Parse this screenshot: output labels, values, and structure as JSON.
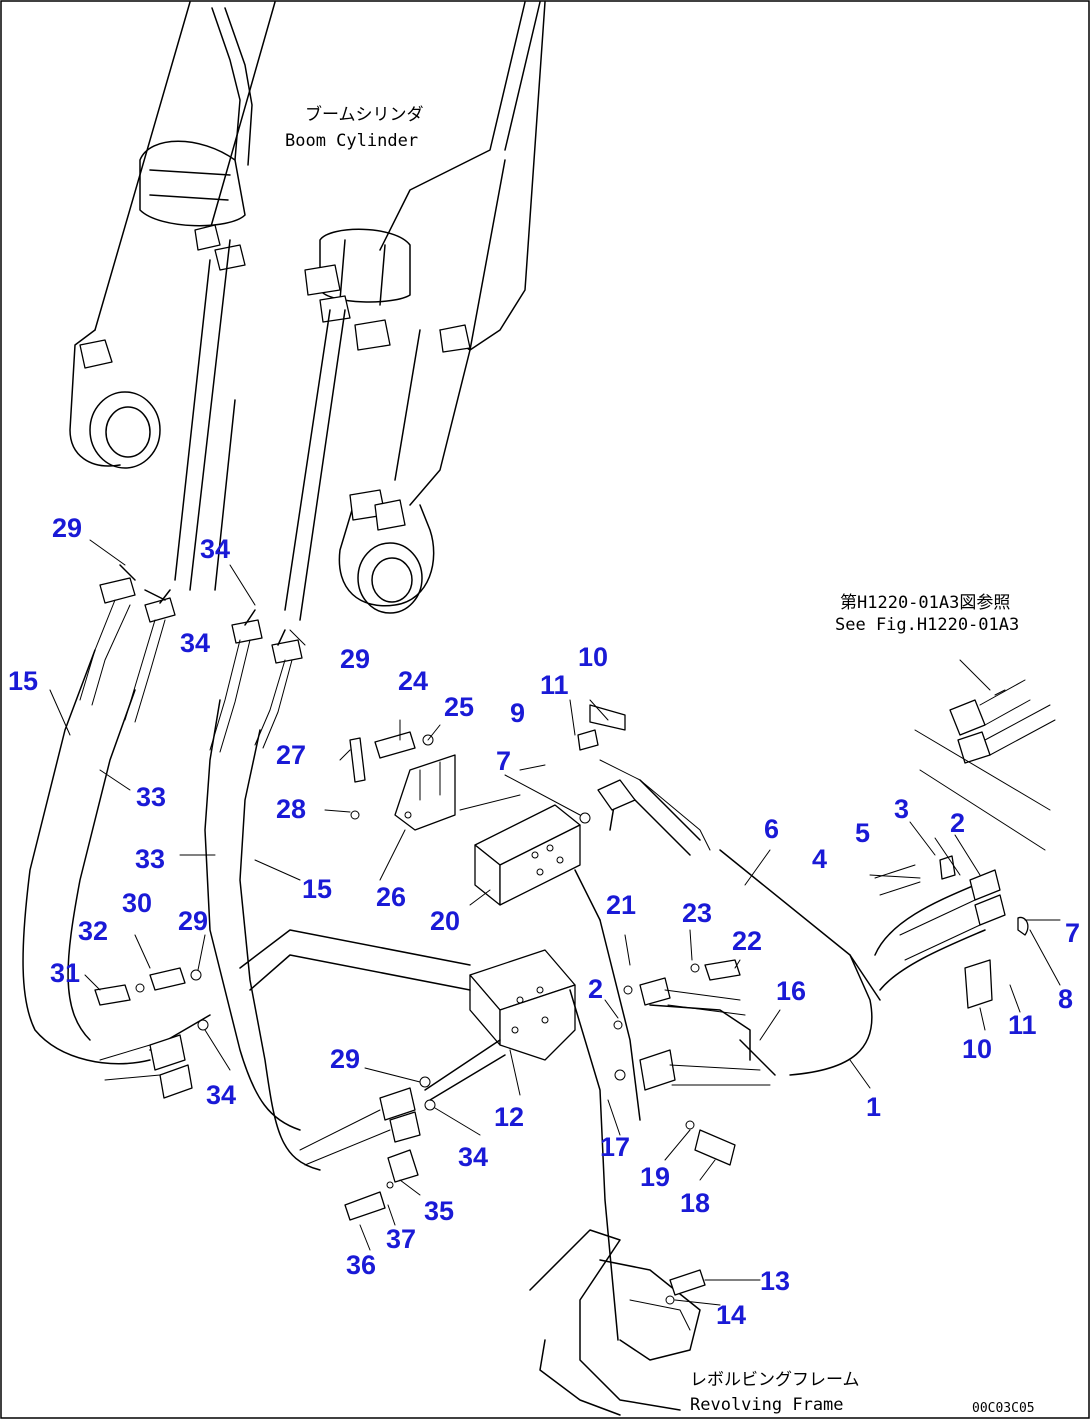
{
  "annotations": {
    "boom_cylinder_jp": "ブームシリンダ",
    "boom_cylinder_en": "Boom Cylinder",
    "see_fig_jp": "第H1220-01A3図参照",
    "see_fig_en": "See Fig.H1220-01A3",
    "revolving_frame_jp": "レボルビングフレーム",
    "revolving_frame_en": "Revolving Frame",
    "drawing_code": "00C03C05"
  },
  "callouts": [
    {
      "id": "c29a",
      "text": "29"
    },
    {
      "id": "c34a",
      "text": "34"
    },
    {
      "id": "c34b",
      "text": "34"
    },
    {
      "id": "c29b",
      "text": "29"
    },
    {
      "id": "c15a",
      "text": "15"
    },
    {
      "id": "c33a",
      "text": "33"
    },
    {
      "id": "c33b",
      "text": "33"
    },
    {
      "id": "c15b",
      "text": "15"
    },
    {
      "id": "c24",
      "text": "24"
    },
    {
      "id": "c25",
      "text": "25"
    },
    {
      "id": "c27",
      "text": "27"
    },
    {
      "id": "c28",
      "text": "28"
    },
    {
      "id": "c26",
      "text": "26"
    },
    {
      "id": "c20",
      "text": "20"
    },
    {
      "id": "c9",
      "text": "9"
    },
    {
      "id": "c11a",
      "text": "11"
    },
    {
      "id": "c10a",
      "text": "10"
    },
    {
      "id": "c7a",
      "text": "7"
    },
    {
      "id": "c6",
      "text": "6"
    },
    {
      "id": "c5",
      "text": "5"
    },
    {
      "id": "c3",
      "text": "3"
    },
    {
      "id": "c2a",
      "text": "2"
    },
    {
      "id": "c4",
      "text": "4"
    },
    {
      "id": "c7b",
      "text": "7"
    },
    {
      "id": "c8",
      "text": "8"
    },
    {
      "id": "c11b",
      "text": "11"
    },
    {
      "id": "c10b",
      "text": "10"
    },
    {
      "id": "c21",
      "text": "21"
    },
    {
      "id": "c23",
      "text": "23"
    },
    {
      "id": "c22",
      "text": "22"
    },
    {
      "id": "c16",
      "text": "16"
    },
    {
      "id": "c2b",
      "text": "2"
    },
    {
      "id": "c1",
      "text": "1"
    },
    {
      "id": "c30",
      "text": "30"
    },
    {
      "id": "c29c",
      "text": "29"
    },
    {
      "id": "c32",
      "text": "32"
    },
    {
      "id": "c31",
      "text": "31"
    },
    {
      "id": "c34c",
      "text": "34"
    },
    {
      "id": "c29d",
      "text": "29"
    },
    {
      "id": "c12",
      "text": "12"
    },
    {
      "id": "c34d",
      "text": "34"
    },
    {
      "id": "c17",
      "text": "17"
    },
    {
      "id": "c19",
      "text": "19"
    },
    {
      "id": "c18",
      "text": "18"
    },
    {
      "id": "c35",
      "text": "35"
    },
    {
      "id": "c37",
      "text": "37"
    },
    {
      "id": "c36",
      "text": "36"
    },
    {
      "id": "c13",
      "text": "13"
    },
    {
      "id": "c14",
      "text": "14"
    }
  ],
  "colors": {
    "callout": "#1a1ad6",
    "line": "#000000",
    "background": "#ffffff"
  }
}
